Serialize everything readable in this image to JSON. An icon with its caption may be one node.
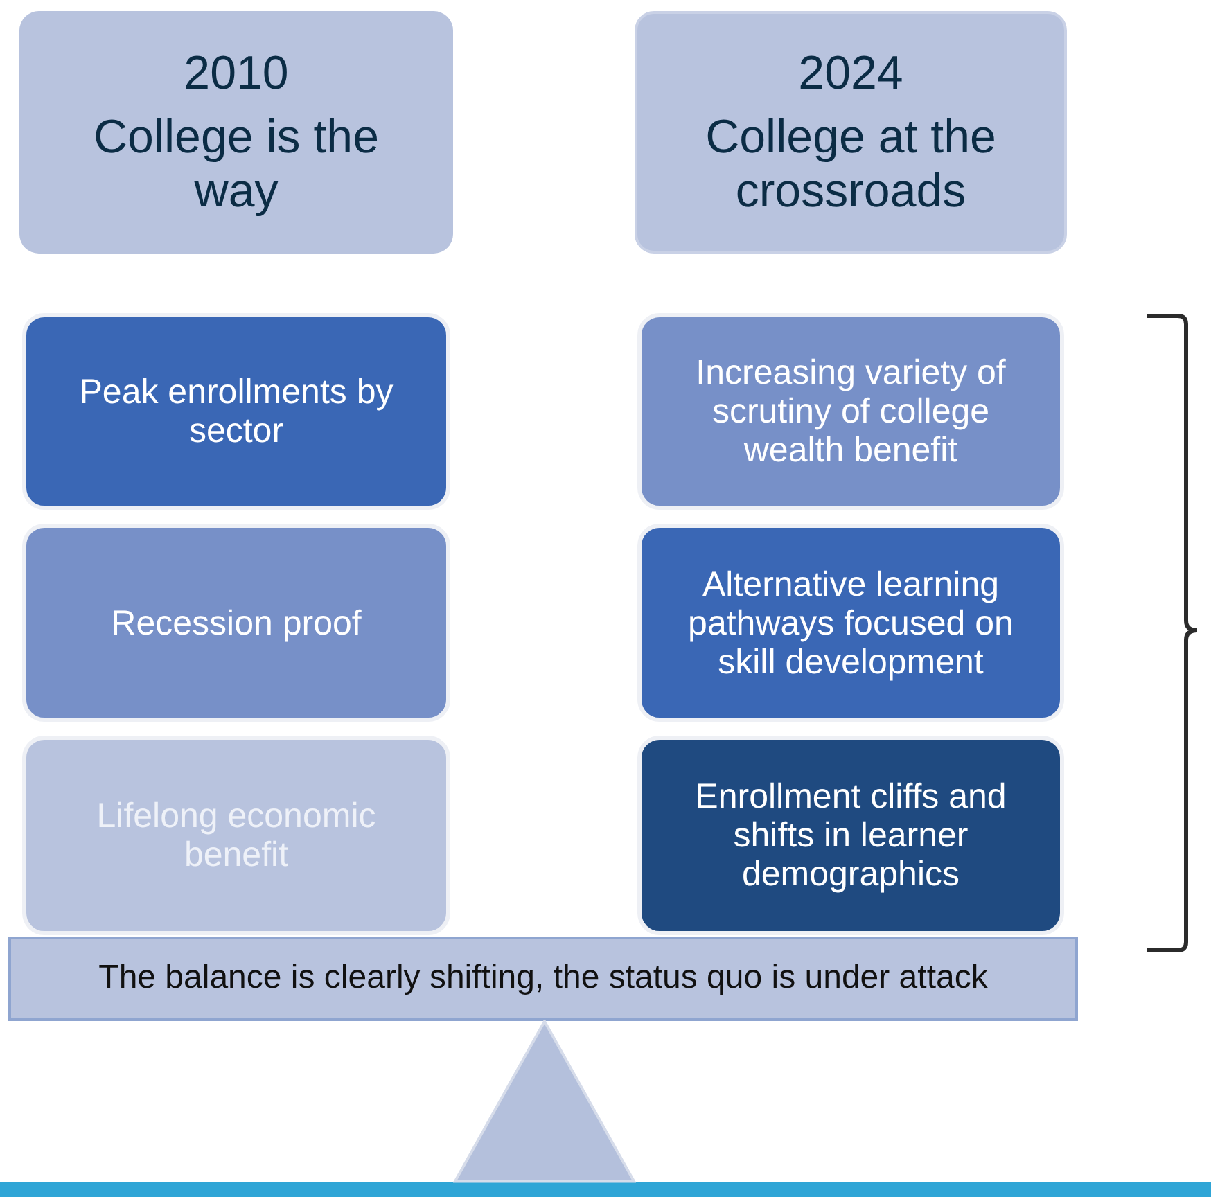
{
  "diagram": {
    "nodes": [
      {
        "text": [
          "2010",
          "College is the way"
        ]
      },
      {
        "text": [
          "2024",
          "College at the crossroads"
        ]
      },
      {
        "text": [
          "Peak enrollments by sector"
        ]
      },
      {
        "text": [
          "Recession proof"
        ]
      },
      {
        "text": [
          "Lifelong economic benefit"
        ]
      },
      {
        "text": [
          "Increasing variety of scrutiny of college wealth benefit"
        ]
      },
      {
        "text": [
          "Alternative learning pathways focused on skill development"
        ]
      },
      {
        "text": [
          "Enrollment cliffs and shifts in learner demographics"
        ]
      },
      {
        "text": [
          "The balance is clearly shifting, the status quo is under attack"
        ]
      },
      {
        "text": [],
        "shape": "triangle"
      }
    ]
  }
}
